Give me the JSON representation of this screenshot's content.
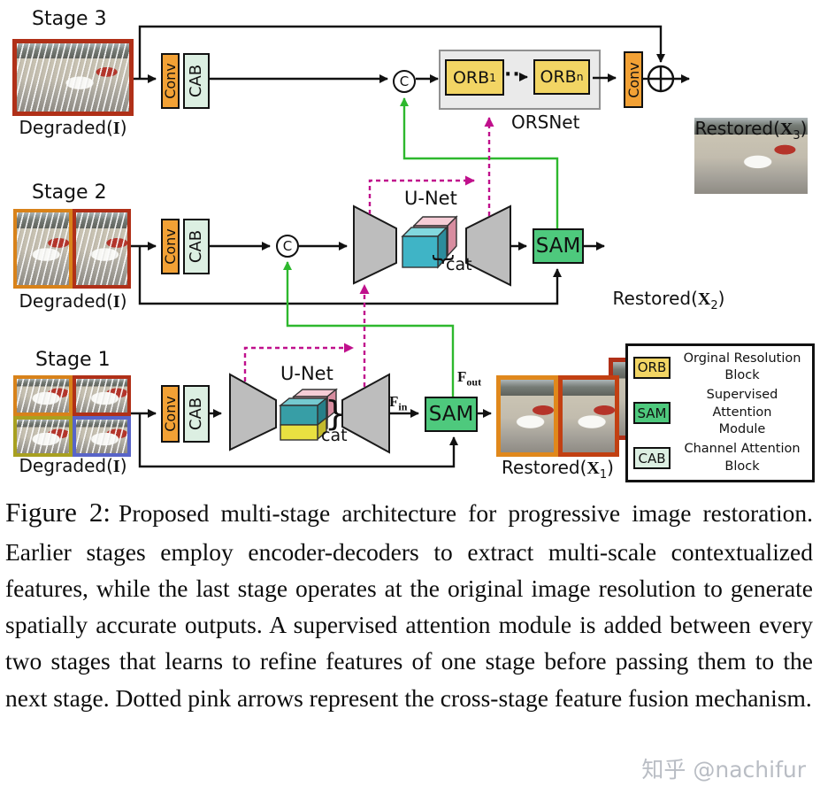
{
  "figure": {
    "stage_titles": {
      "s1": "Stage 1",
      "s2": "Stage 2",
      "s3": "Stage 3"
    },
    "blocks": {
      "conv": "Conv",
      "cab": "CAB",
      "sam": "SAM",
      "concat": "C",
      "unet": "U-Net",
      "cat": "cat",
      "orsnet": "ORSNet",
      "dots": "··",
      "brace": "}",
      "brace_small": "{",
      "orb1": {
        "base": "ORB",
        "sub": "1"
      },
      "orbn": {
        "base": "ORB",
        "sub": "n"
      }
    },
    "labels": {
      "degraded": {
        "prefix": "Degraded(",
        "var": "I",
        "suffix": ")"
      },
      "restored1": {
        "prefix": "Restored(",
        "var": "X",
        "sub": "1",
        "suffix": ")"
      },
      "restored2": {
        "prefix": "Restored(",
        "var": "X",
        "sub": "2",
        "suffix": ")"
      },
      "restored3": {
        "prefix": "Restored(",
        "var": "X",
        "sub": "3",
        "suffix": ")"
      },
      "f_in": {
        "base": "F",
        "sub": "in"
      },
      "f_out": {
        "base": "F",
        "sub": "out"
      }
    },
    "legend": {
      "items": [
        {
          "chip": "ORB",
          "line1": "Orginal Resolution",
          "line2": "Block"
        },
        {
          "chip": "SAM",
          "line1": "Supervised Attention",
          "line2": "Module"
        },
        {
          "chip": "CAB",
          "line1": "Channel Attention",
          "line2": "Block"
        }
      ]
    },
    "colors": {
      "conv_orange": "#f2a135",
      "cab_mint": "#dcefe2",
      "orb_yellow": "#f2d564",
      "sam_green": "#4ec97d",
      "orsnet_gray": "#eaeaea",
      "trapezoid_gray": "#bdbdbd",
      "green_link": "#2eb82e",
      "pink_link": "#c0108c",
      "border_dark_red": "#b03018",
      "border_orange": "#d8821a",
      "border_olive": "#a8a020",
      "border_blue": "#5864c8"
    }
  },
  "caption": {
    "label": "Figure 2:",
    "body": "Proposed multi-stage architecture for progressive image restoration. Earlier stages employ encoder-decoders to extract multi-scale contextualized features, while the last stage operates at the original image resolution to generate spatially accurate outputs. A supervised attention module is added between every two stages that learns to refine features of one stage before passing them to the next stage. Dotted pink arrows represent the cross-stage feature fusion mechanism."
  },
  "watermark": "知乎 @nachifur"
}
